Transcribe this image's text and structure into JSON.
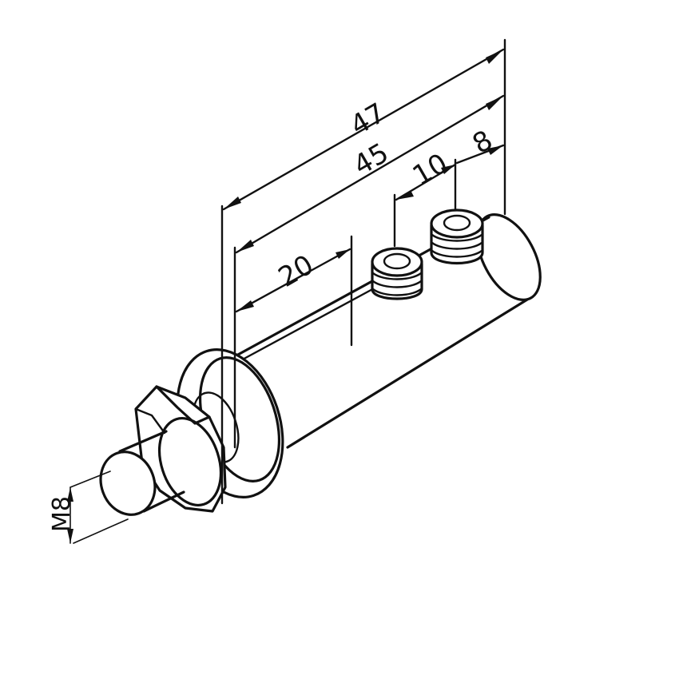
{
  "dimensions": {
    "d47": "47",
    "d45": "45",
    "d20": "20",
    "d10": "10",
    "d8": "8",
    "thread": "M8"
  },
  "colors": {
    "ink": "#111111",
    "paper": "#ffffff"
  }
}
